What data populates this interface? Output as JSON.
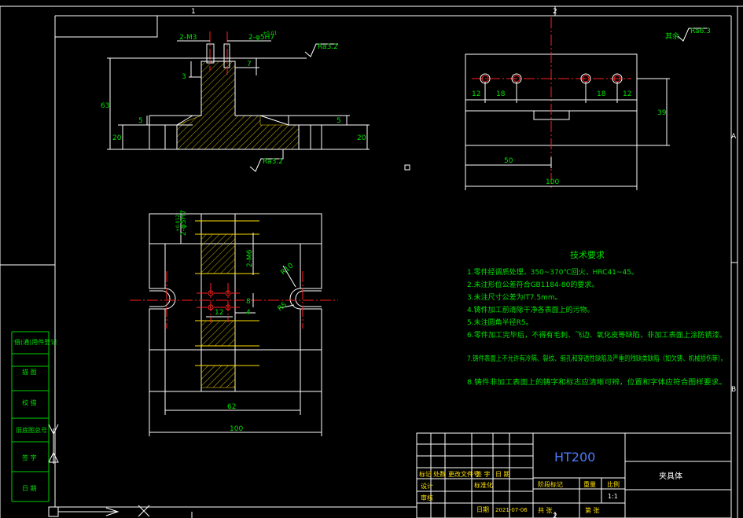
{
  "zones": {
    "top": [
      "1",
      "2"
    ],
    "right": [
      "A",
      "B"
    ],
    "bottom": [
      "2"
    ]
  },
  "left_strip": [
    "借(通)用件登记",
    "描 图",
    "校 描",
    "旧底图总号",
    "签 字",
    "日 期"
  ],
  "front_view": {
    "threads": [
      "2-M3",
      "2-φ5H7"
    ],
    "tolerance": "+0.01",
    "roughness": [
      "Ra3.2",
      "Ra3.2"
    ],
    "dims": {
      "depth": "7",
      "thread_depth": "3",
      "height": "63",
      "flange_left": "20",
      "step_left": "5",
      "step_right": "5",
      "flange_right": "20"
    }
  },
  "side_view": {
    "roughness_all": "其余",
    "roughness_value": "Ra6.3",
    "dims": [
      "12",
      "18",
      "18",
      "12",
      "39",
      "50",
      "100"
    ]
  },
  "top_view": {
    "hole": "2-φ5H7",
    "hole_tol": "+0.012",
    "thread": "2-M6",
    "radius_large": "R10",
    "radius_small": "R5",
    "dims": [
      "8",
      "12",
      "4",
      "62",
      "100"
    ]
  },
  "tech_req": {
    "title": "技术要求",
    "items": [
      "1.零件经调质处理，350~370℃回火，HRC41~45。",
      "2.未注形位公差符合GB1184-80的要求。",
      "3.未注尺寸公差为IT7.5mm。",
      "4.铸件加工前清除干净各表面上的污物。",
      "5.未注圆角半径R5。",
      "6.零件加工完毕后，不得有毛刺、飞边、氧化皮等缺陷，非加工表面上涂防锈漆。",
      "7.铸件表面上不允许有冷隔、裂纹、缩孔和穿透性缺陷及严重的残缺类缺陷（如欠铸、机械损伤等）。",
      "8.铸件非加工表面上的铸字和标志应清晰可辨，位置和字体应符合图样要求。"
    ]
  },
  "title_block": {
    "material": "HT200",
    "part_name": "夹具体",
    "headers": [
      "标记",
      "处数",
      "更改文件号",
      "签 字",
      "日 期"
    ],
    "designer_label": "标准化",
    "stage_label": "阶段标记",
    "weight_label": "重量",
    "scale_label": "比例",
    "scale": "1:1",
    "design_label": "设计",
    "review_label": "审核",
    "date_label": "日期",
    "date": "2021-07-06",
    "sheet_total": "共 张",
    "sheet_no": "第 张"
  }
}
